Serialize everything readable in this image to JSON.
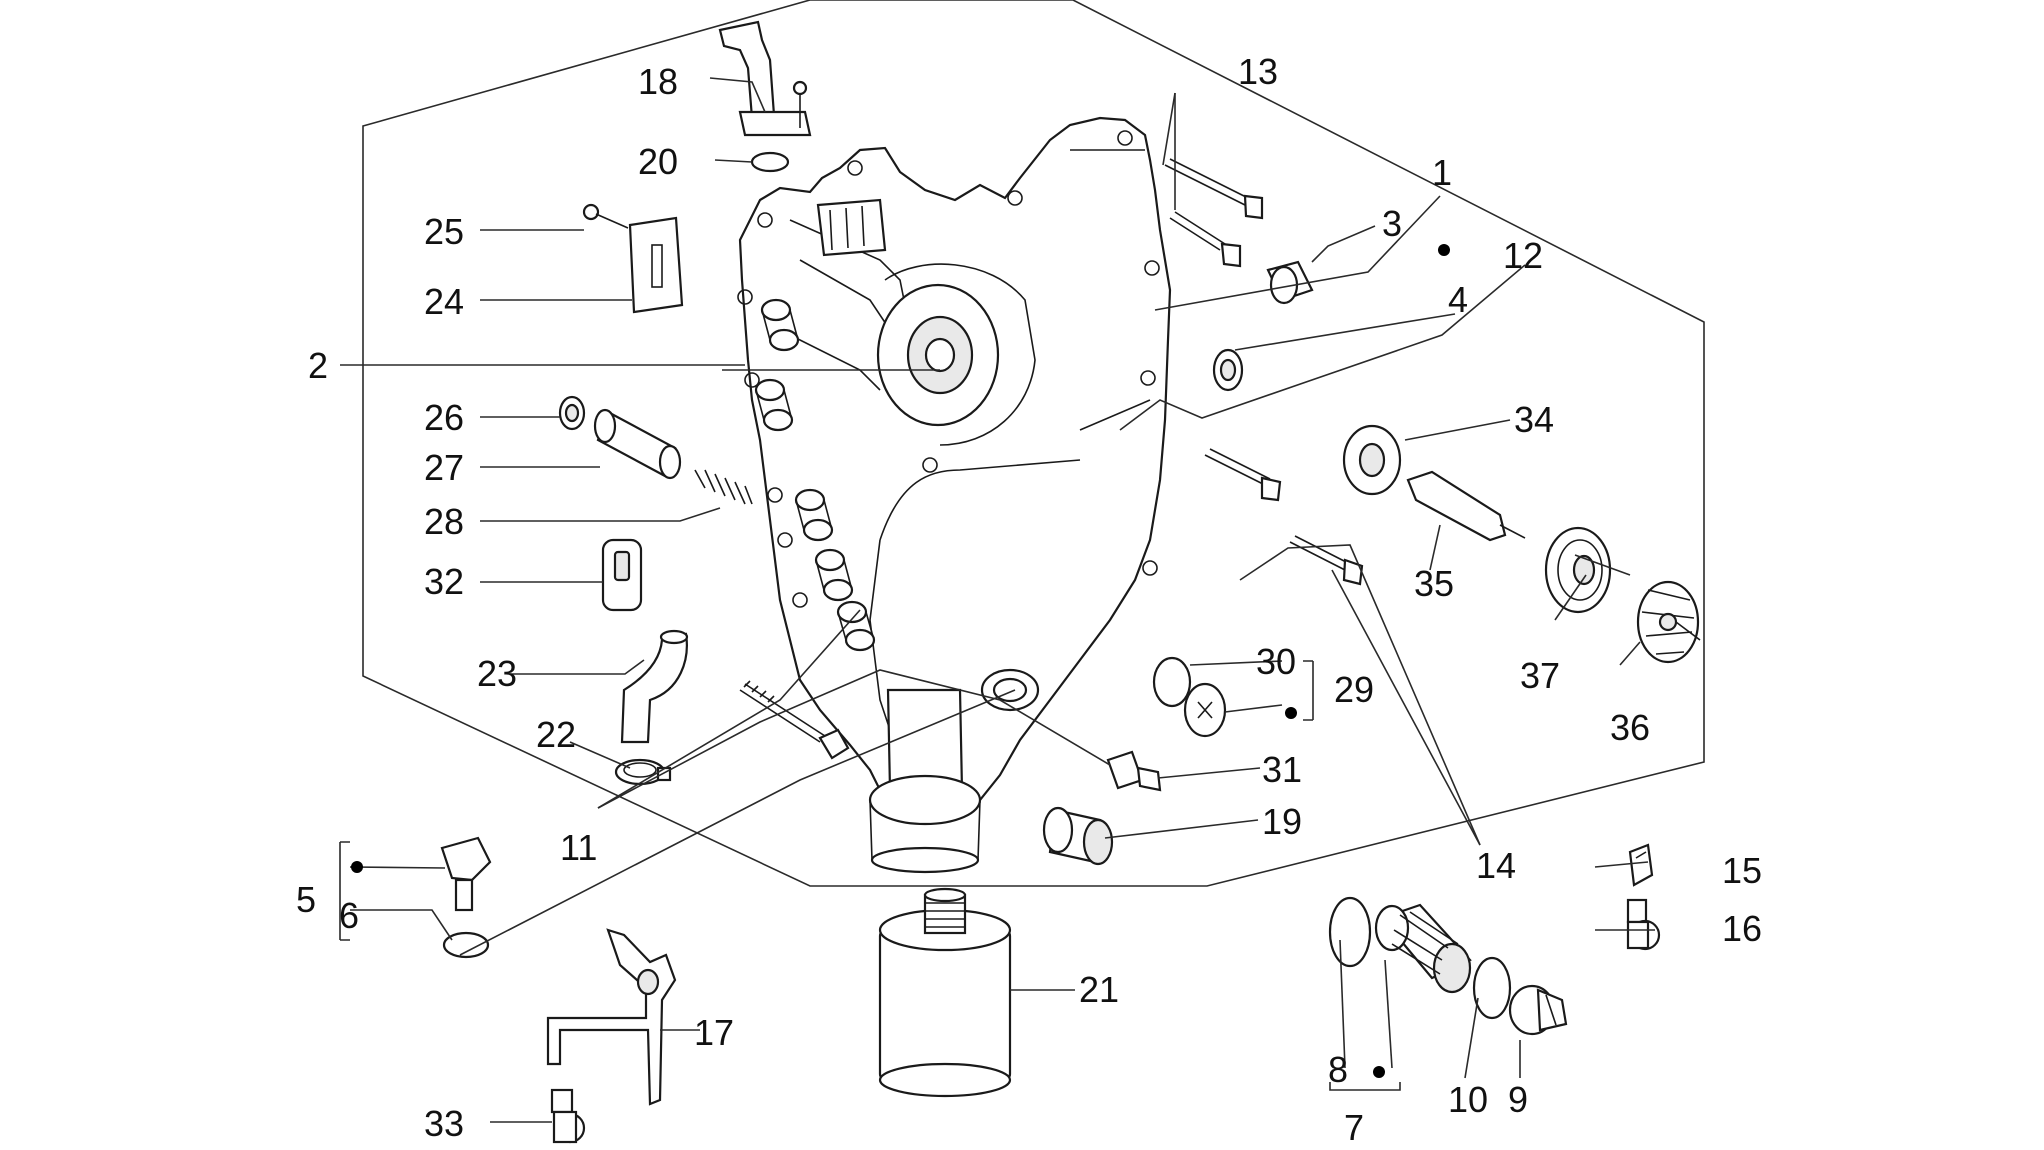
{
  "diagram": {
    "type": "exploded-parts-view",
    "callouts": {
      "c1": "1",
      "c2": "2",
      "c3": "3",
      "c4": "4",
      "c5": "5",
      "c6": "6",
      "c7": "7",
      "c8": "8",
      "c9": "9",
      "c10": "10",
      "c11": "11",
      "c12": "12",
      "c13": "13",
      "c14": "14",
      "c15": "15",
      "c16": "16",
      "c17": "17",
      "c18": "18",
      "c19": "19",
      "c20": "20",
      "c21": "21",
      "c22": "22",
      "c23": "23",
      "c24": "24",
      "c25": "25",
      "c26": "26",
      "c27": "27",
      "c28": "28",
      "c29": "29",
      "c30": "30",
      "c31": "31",
      "c32": "32",
      "c33": "33",
      "c34": "34",
      "c35": "35",
      "c36": "36",
      "c37": "37"
    },
    "kit_marker": "bullet-dot",
    "colors": {
      "ink": "#1a1a1a",
      "background": "#ffffff"
    }
  }
}
